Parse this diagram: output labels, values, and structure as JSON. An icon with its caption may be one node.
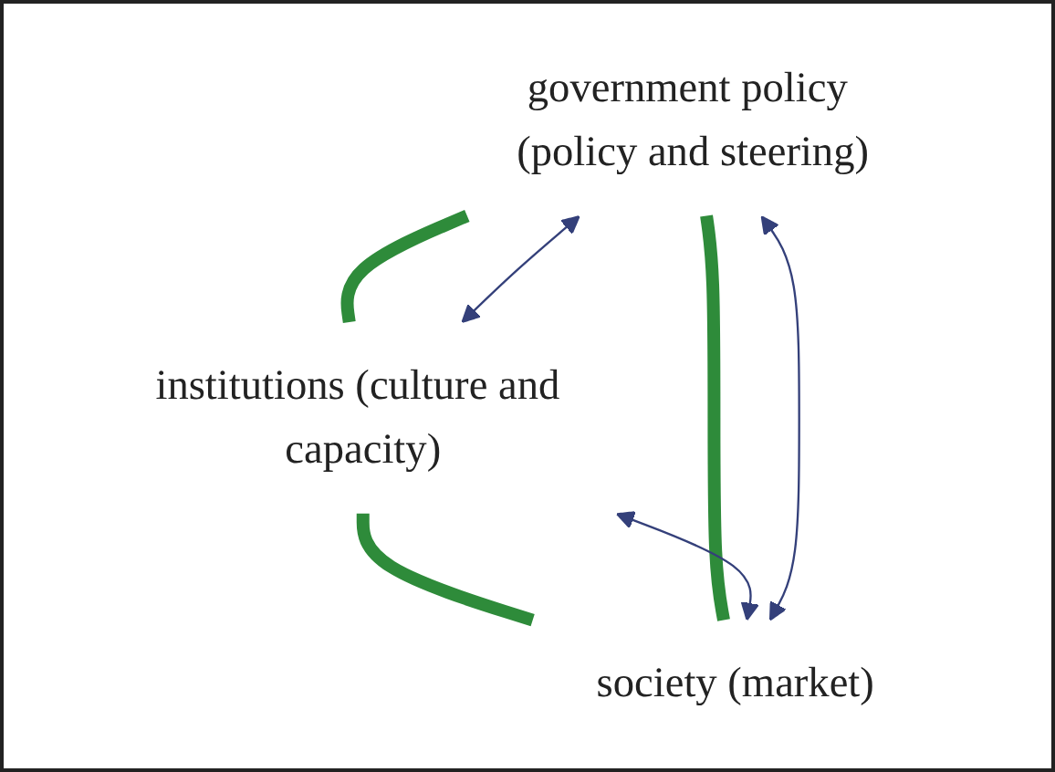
{
  "diagram": {
    "nodes": [
      {
        "text": [
          "government policy (policy and steering)"
        ]
      },
      {
        "text": [
          "institutions (culture and capacity)"
        ]
      },
      {
        "text": [
          "society (market)"
        ]
      }
    ],
    "edges": [
      {
        "from": 0,
        "to": 1,
        "arrow": "none",
        "style": "thick",
        "color": "#2e8b3a"
      },
      {
        "from": 1,
        "to": 2,
        "arrow": "none",
        "style": "thick",
        "color": "#2e8b3a"
      },
      {
        "from": 0,
        "to": 2,
        "arrow": "none",
        "style": "thick",
        "color": "#2e8b3a"
      },
      {
        "from": 0,
        "to": 1,
        "arrow": "both"
      },
      {
        "from": 1,
        "to": 2,
        "arrow": "both"
      },
      {
        "from": 0,
        "to": 2,
        "arrow": "both"
      }
    ]
  }
}
